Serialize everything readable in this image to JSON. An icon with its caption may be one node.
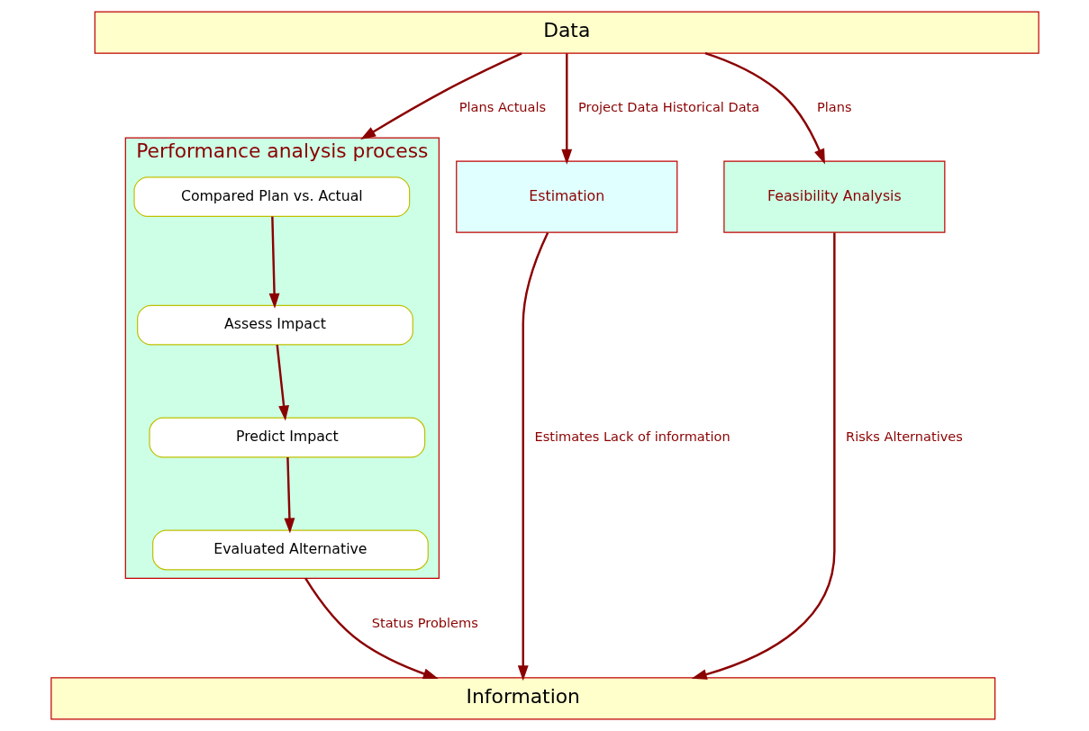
{
  "diagram": {
    "nodes": [
      {
        "text": [
          "Data"
        ]
      },
      {
        "text": [
          "Estimation"
        ]
      },
      {
        "text": [
          "Feasibility Analysis"
        ]
      },
      {
        "text": [
          "Performance analysis process"
        ]
      },
      {
        "text": [
          "Compared Plan vs. Actual"
        ],
        "in": 3
      },
      {
        "text": [
          "Assess Impact"
        ],
        "in": 3
      },
      {
        "text": [
          "Predict Impact"
        ],
        "in": 3
      },
      {
        "text": [
          "Evaluated Alternative"
        ],
        "in": 3
      },
      {
        "text": [
          "Information"
        ]
      }
    ],
    "edges": [
      {
        "from": 0,
        "to": 1,
        "arrow": "to",
        "label": "Project Data Historical Data"
      },
      {
        "from": 0,
        "to": 2,
        "arrow": "to",
        "label": "Plans"
      },
      {
        "from": 0,
        "to": 3,
        "arrow": "to",
        "label": "Plans Actuals"
      },
      {
        "from": 4,
        "to": 5,
        "arrow": "to"
      },
      {
        "from": 5,
        "to": 6,
        "arrow": "to"
      },
      {
        "from": 6,
        "to": 7,
        "arrow": "to"
      },
      {
        "from": 1,
        "to": 8,
        "arrow": "to",
        "label": "Estimates Lack of information"
      },
      {
        "from": 2,
        "to": 8,
        "arrow": "to",
        "label": "Risks Alternatives"
      },
      {
        "from": 3,
        "to": 8,
        "arrow": "to",
        "label": "Status Problems"
      }
    ]
  }
}
